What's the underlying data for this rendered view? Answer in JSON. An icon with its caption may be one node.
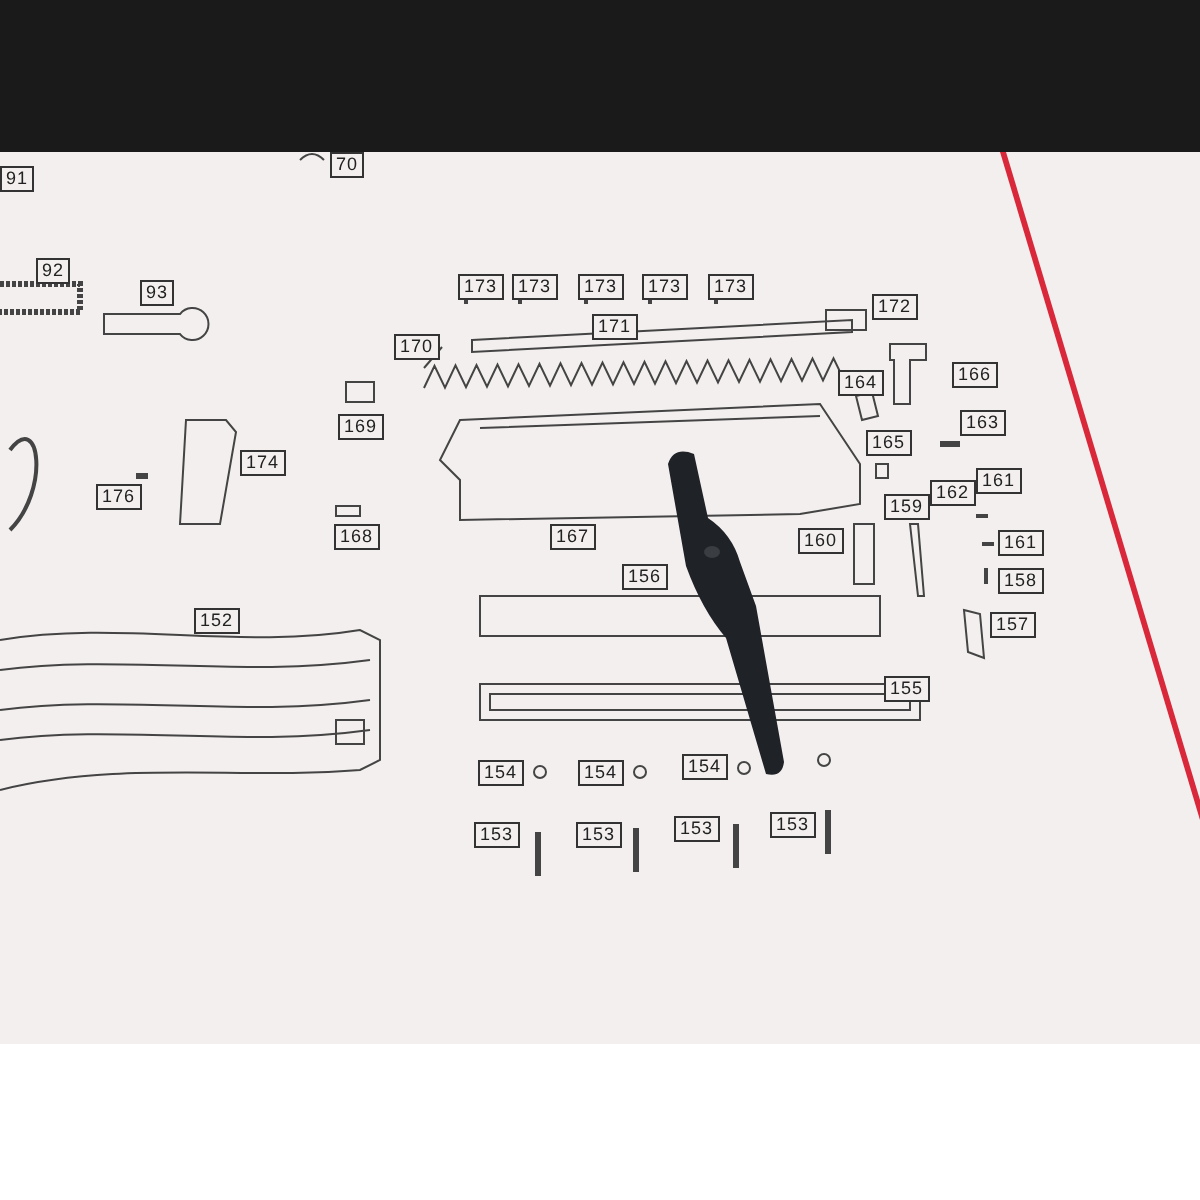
{
  "diagram": {
    "nodes": [
      {
        "text": [
          "70"
        ]
      },
      {
        "text": [
          "91"
        ]
      },
      {
        "text": [
          "92"
        ]
      },
      {
        "text": [
          "93"
        ]
      },
      {
        "text": [
          "173"
        ]
      },
      {
        "text": [
          "173"
        ]
      },
      {
        "text": [
          "173"
        ]
      },
      {
        "text": [
          "173"
        ]
      },
      {
        "text": [
          "173"
        ]
      },
      {
        "text": [
          "172"
        ]
      },
      {
        "text": [
          "171"
        ]
      },
      {
        "text": [
          "170"
        ]
      },
      {
        "text": [],
        "shape": "picture"
      },
      {
        "text": [
          "166"
        ]
      },
      {
        "text": [
          "164"
        ]
      },
      {
        "text": [
          "169"
        ]
      },
      {
        "text": [
          "163"
        ]
      },
      {
        "text": [
          "174"
        ]
      },
      {
        "text": [
          "165"
        ]
      },
      {
        "text": [
          "176"
        ]
      },
      {
        "text": [
          "161"
        ]
      },
      {
        "text": [
          "162"
        ]
      },
      {
        "text": [
          "168"
        ]
      },
      {
        "text": [
          "167"
        ]
      },
      {
        "text": [
          "159"
        ]
      },
      {
        "text": [
          "160"
        ]
      },
      {
        "text": [
          "161"
        ]
      },
      {
        "text": [
          "156"
        ]
      },
      {
        "text": [
          "158"
        ]
      },
      {
        "text": [
          "152"
        ]
      },
      {
        "text": [
          "157"
        ]
      },
      {
        "text": [
          "155"
        ]
      },
      {
        "text": [
          "154"
        ]
      },
      {
        "text": [
          "154"
        ]
      },
      {
        "text": [
          "154"
        ]
      },
      {
        "text": [
          "153"
        ]
      },
      {
        "text": [
          "153"
        ]
      },
      {
        "text": [
          "153"
        ]
      },
      {
        "text": [
          "153"
        ]
      }
    ],
    "edges": [
      {
        "from": 11,
        "to": 12,
        "arrow": "none"
      }
    ]
  }
}
